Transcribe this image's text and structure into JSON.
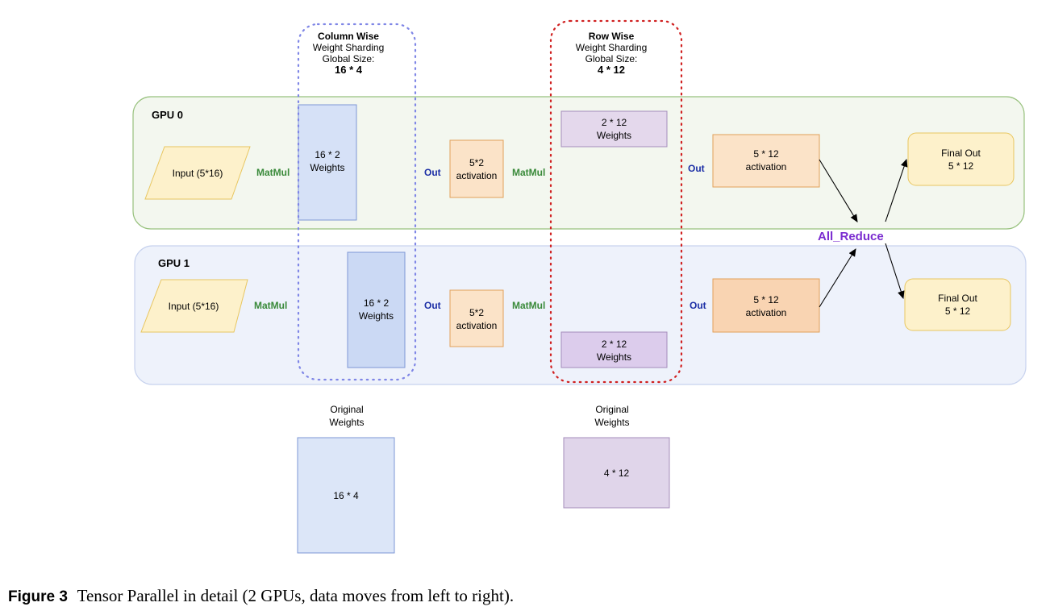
{
  "column_header": {
    "title": "Column Wise",
    "line1": "Weight Sharding",
    "line2": "Global Size:",
    "size": "16 * 4"
  },
  "row_header": {
    "title": "Row Wise",
    "line1": "Weight Sharding",
    "line2": "Global Size:",
    "size": "4 * 12"
  },
  "gpu0": {
    "label": "GPU 0",
    "input": "Input (5*16)",
    "matmul1": "MatMul",
    "col_weights": [
      "16 * 2",
      "Weights"
    ],
    "out1": "Out",
    "act1": [
      "5*2",
      "activation"
    ],
    "matmul2": "MatMul",
    "row_weights": [
      "2 * 12",
      "Weights"
    ],
    "out2": "Out",
    "act2": [
      "5 * 12",
      "activation"
    ],
    "final": [
      "Final Out",
      "5 * 12"
    ]
  },
  "gpu1": {
    "label": "GPU 1",
    "input": "Input (5*16)",
    "matmul1": "MatMul",
    "col_weights": [
      "16 * 2",
      "Weights"
    ],
    "out1": "Out",
    "act1": [
      "5*2",
      "activation"
    ],
    "matmul2": "MatMul",
    "row_weights": [
      "2 * 12",
      "Weights"
    ],
    "out2": "Out",
    "act2": [
      "5 * 12",
      "activation"
    ],
    "final": [
      "Final Out",
      "5 * 12"
    ]
  },
  "all_reduce": "All_Reduce",
  "original_col": {
    "label": [
      "Original",
      "Weights"
    ],
    "size": "16 * 4"
  },
  "original_row": {
    "label": [
      "Original",
      "Weights"
    ],
    "size": "4 * 12"
  },
  "caption": {
    "figure": "Figure 3",
    "text": "Tensor Parallel in detail (2 GPUs, data moves from left to right)."
  },
  "colors": {
    "gpu0_fill": "#f3f7ef",
    "gpu0_stroke": "#97c17d",
    "gpu1_fill": "#eef2fb",
    "gpu1_stroke": "#c7d2ee",
    "input_fill": "#fdf1cb",
    "col_weight_fill": "#d6e1f7",
    "act1_fill": "#fbe3c8",
    "row_weight_fill": "#e0d5ea",
    "act2_fill": "#f9dcc0",
    "final_fill": "#fdf1cb",
    "col_dotted": "#7f86e6",
    "row_dotted": "#d02020"
  }
}
